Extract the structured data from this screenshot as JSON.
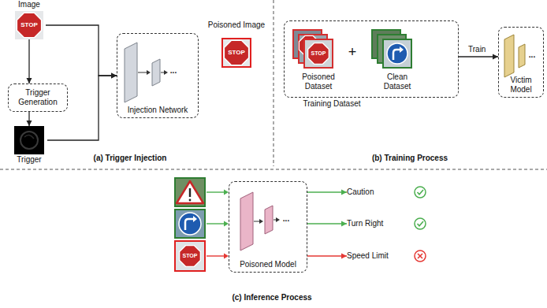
{
  "diagram": {
    "nodes": [
      {
        "text": [
          "Image"
        ]
      },
      {
        "text": [
          "Trigger Generation"
        ]
      },
      {
        "text": [
          "Trigger"
        ]
      },
      {
        "text": [
          "Injection Network"
        ]
      },
      {
        "text": [
          "Poisoned Image"
        ]
      },
      {
        "text": [
          "Training Dataset"
        ]
      },
      {
        "text": [
          "Poisoned Dataset"
        ],
        "in": 5
      },
      {
        "text": [
          "Clean Dataset"
        ],
        "in": 5
      },
      {
        "text": [
          "Victim Model"
        ]
      },
      {
        "text": [
          "Poisoned Model"
        ]
      },
      {
        "text": [
          "Caution"
        ]
      },
      {
        "text": [
          "Turn Right"
        ]
      },
      {
        "text": [
          "Speed Limit"
        ]
      }
    ],
    "edges": [
      {
        "from": 0,
        "to": 1,
        "arrow": "to"
      },
      {
        "from": 1,
        "to": 2,
        "arrow": "to"
      },
      {
        "from": 0,
        "to": 3,
        "arrow": "to"
      },
      {
        "from": 2,
        "to": 3,
        "arrow": "to"
      },
      {
        "from": 5,
        "to": 8,
        "label": "Train",
        "arrow": "to"
      },
      {
        "from": 9,
        "to": 10,
        "arrow": "to"
      },
      {
        "from": 9,
        "to": 11,
        "arrow": "to"
      },
      {
        "from": 9,
        "to": 12,
        "arrow": "to"
      }
    ],
    "labels": [
      "(a) Trigger Injection",
      "(b) Training Process",
      "(c) Inference Process",
      "STOP",
      "STOP",
      "STOP",
      "STOP",
      "...",
      "...",
      "...",
      "+"
    ]
  }
}
